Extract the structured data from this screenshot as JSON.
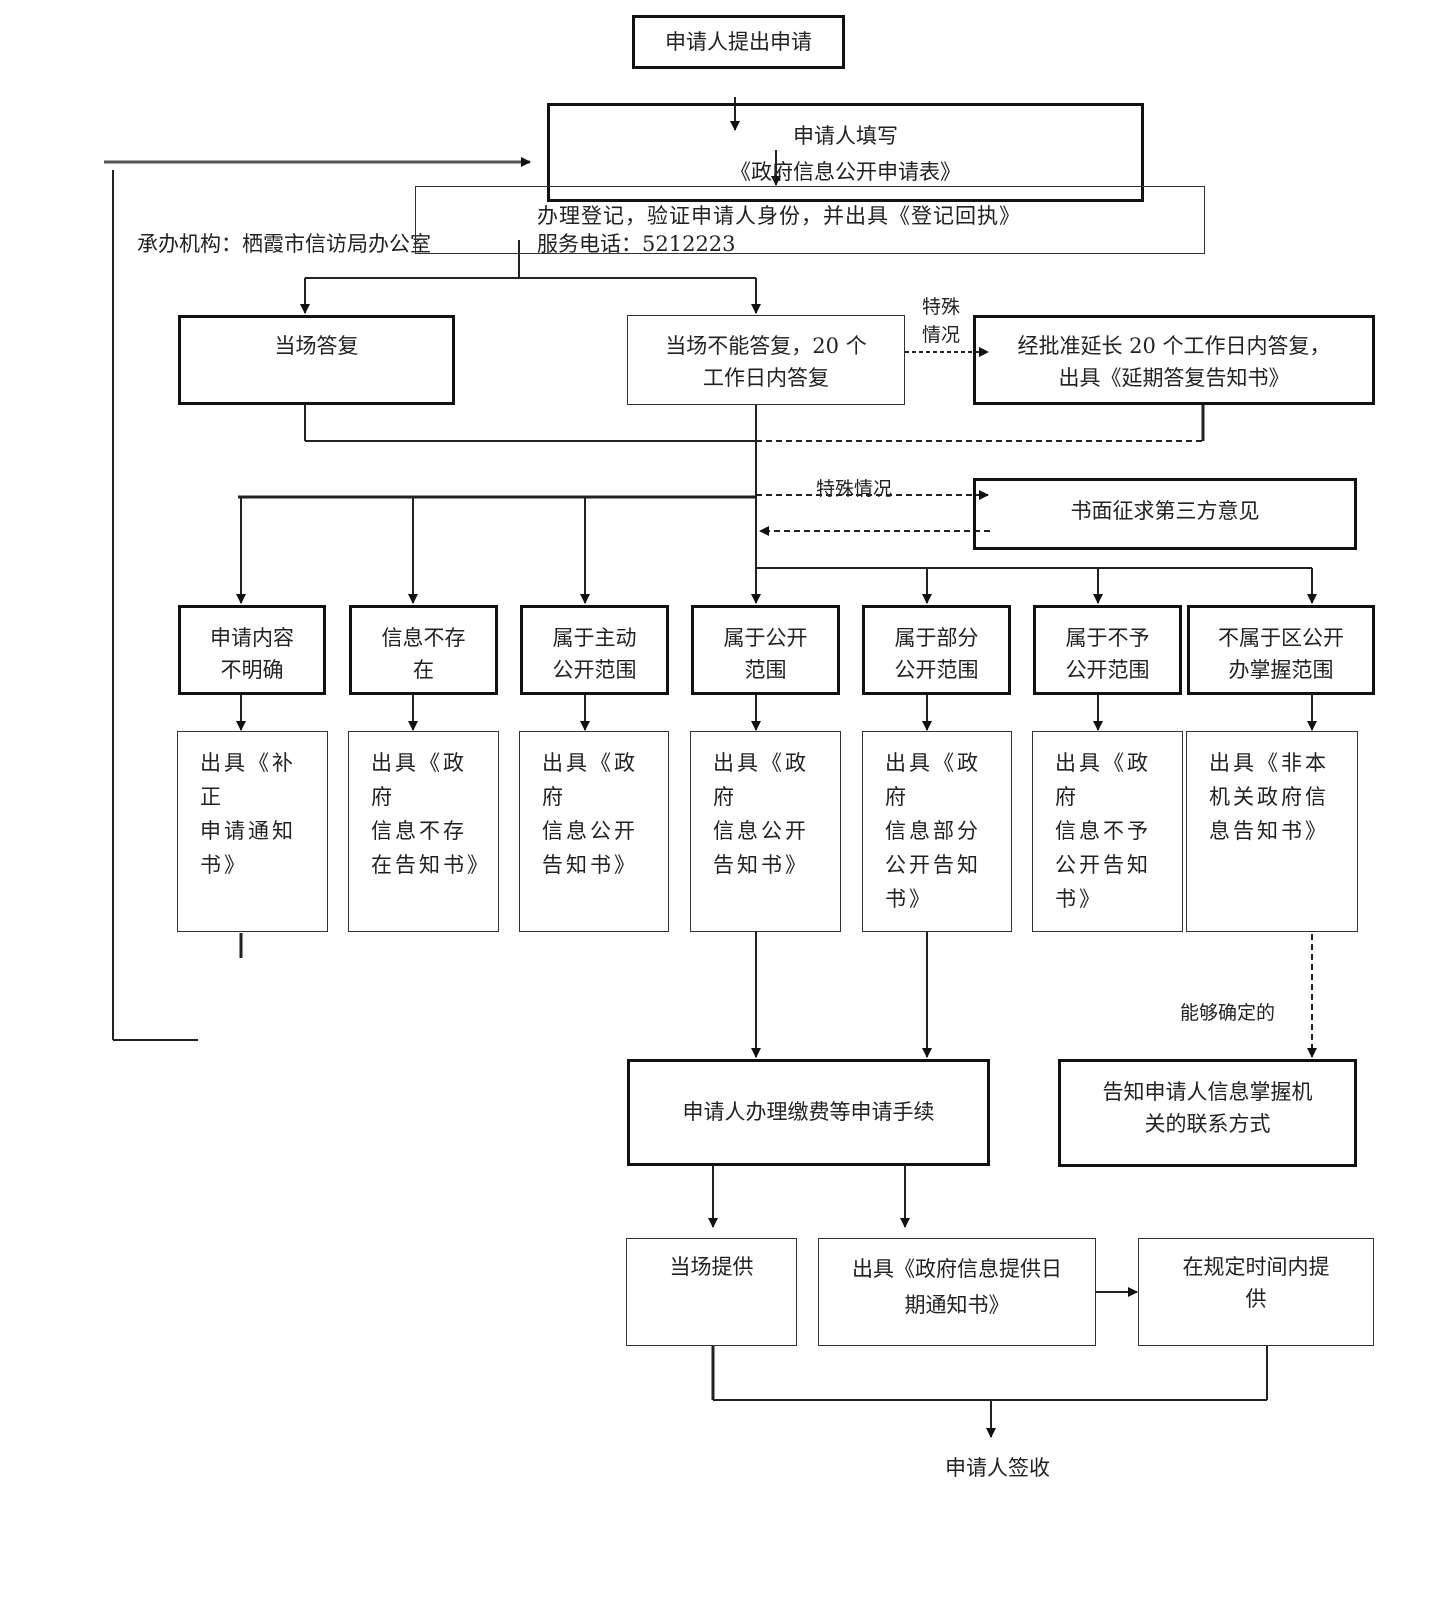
{
  "nodes": {
    "start": "申请人提出申请",
    "fill_form": [
      "申请人填写",
      "《政府信息公开申请表》"
    ],
    "register": "办理登记，验证申请人身份，并出具《登记回执》",
    "phone": "服务电话：5212223",
    "agency": "承办机构：栖霞市信访局办公室",
    "reply_on_spot": "当场答复",
    "reply_20days": [
      "当场不能答复，20 个",
      "工作日内答复"
    ],
    "special_1": [
      "特殊",
      "情况"
    ],
    "extend": [
      "经批准延长 20 个工作日内答复，",
      "出具《延期答复告知书》"
    ],
    "special_2": "特殊情况",
    "third_party": "书面征求第三方意见",
    "categories": [
      [
        "申请内容",
        "不明确"
      ],
      [
        "信息不存",
        "在"
      ],
      [
        "属于主动",
        "公开范围"
      ],
      [
        "属于公开",
        "范围"
      ],
      [
        "属于部分",
        "公开范围"
      ],
      [
        "属于不予",
        "公开范围"
      ],
      [
        "不属于区公开",
        "办掌握范围"
      ]
    ],
    "documents": [
      [
        "出具《补正",
        "申请通知",
        "书》"
      ],
      [
        "出具《政府",
        "信息不存",
        "在告知书》"
      ],
      [
        "出具《政府",
        "信息公开",
        "告知书》"
      ],
      [
        "出具《政府",
        "信息公开",
        "告知书》"
      ],
      [
        "出具《政府",
        "信息部分",
        "公开告知",
        "书》"
      ],
      [
        "出具《政府",
        "信息不予",
        "公开告知",
        "书》"
      ],
      [
        "出具《非本",
        "机关政府信",
        "息告知书》"
      ]
    ],
    "can_determine": "能够确定的",
    "fee": "申请人办理缴费等申请手续",
    "notify_contact": [
      "告知申请人信息掌握机",
      "关的联系方式"
    ],
    "provide_on_spot": "当场提供",
    "date_notice": [
      "出具《政府信息提供日",
      "期通知书》"
    ],
    "provide_in_time": [
      "在规定时间内提",
      "供"
    ],
    "sign": "申请人签收"
  }
}
